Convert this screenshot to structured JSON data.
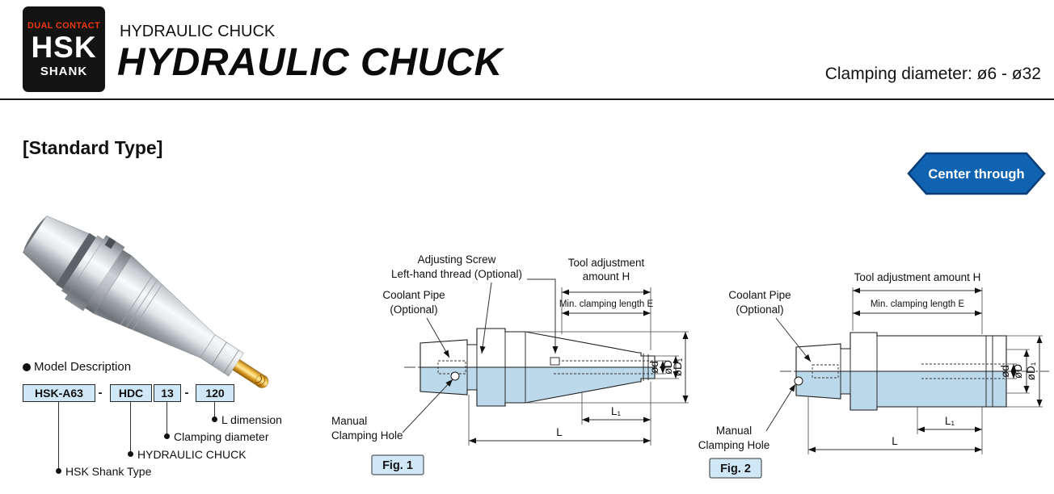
{
  "colors": {
    "accent_blue": "#1063b1",
    "accent_blue_dark": "#0a3c78",
    "drawing_fill": "#bcd9ec",
    "badge_bg": "#cfe7f6",
    "dual_contact_red": "#e8380d",
    "header_black": "#131313"
  },
  "header": {
    "shank_badge": {
      "top": "DUAL CONTACT",
      "main": "HSK",
      "bottom": "SHANK"
    },
    "subtitle": "HYDRAULIC CHUCK",
    "title": "HYDRAULIC CHUCK",
    "clamping_diameter": "Clamping diameter: ø6 - ø32"
  },
  "section": {
    "type_heading": "[Standard Type]",
    "center_through_badge": "Center through"
  },
  "model": {
    "heading": "Model Description",
    "segments": [
      "HSK-A63",
      "HDC",
      "13",
      "120"
    ],
    "dash": "-",
    "callouts": [
      "L dimension",
      "Clamping diameter",
      "HYDRAULIC CHUCK",
      "HSK Shank Type"
    ]
  },
  "fig1": {
    "caption": "Fig. 1",
    "labels": {
      "adjusting_screw_1": "Adjusting Screw",
      "adjusting_screw_2": "Left-hand thread (Optional)",
      "tool_adjustment_1": "Tool adjustment",
      "tool_adjustment_2": "amount H",
      "min_clamping": "Min. clamping length E",
      "coolant_1": "Coolant Pipe",
      "coolant_2": "(Optional)",
      "manual_1": "Manual",
      "manual_2": "Clamping Hole",
      "dia_d": "ød",
      "dia_D": "øD",
      "dia_D1": "øD₁",
      "len_L1": "L₁",
      "len_L": "L"
    }
  },
  "fig2": {
    "caption": "Fig. 2",
    "labels": {
      "tool_adjustment": "Tool adjustment amount H",
      "min_clamping": "Min. clamping length E",
      "coolant_1": "Coolant Pipe",
      "coolant_2": "(Optional)",
      "manual_1": "Manual",
      "manual_2": "Clamping Hole",
      "dia_d": "ød",
      "dia_D": "øD",
      "dia_D1": "øD₁",
      "len_L1": "L₁",
      "len_L": "L"
    }
  }
}
